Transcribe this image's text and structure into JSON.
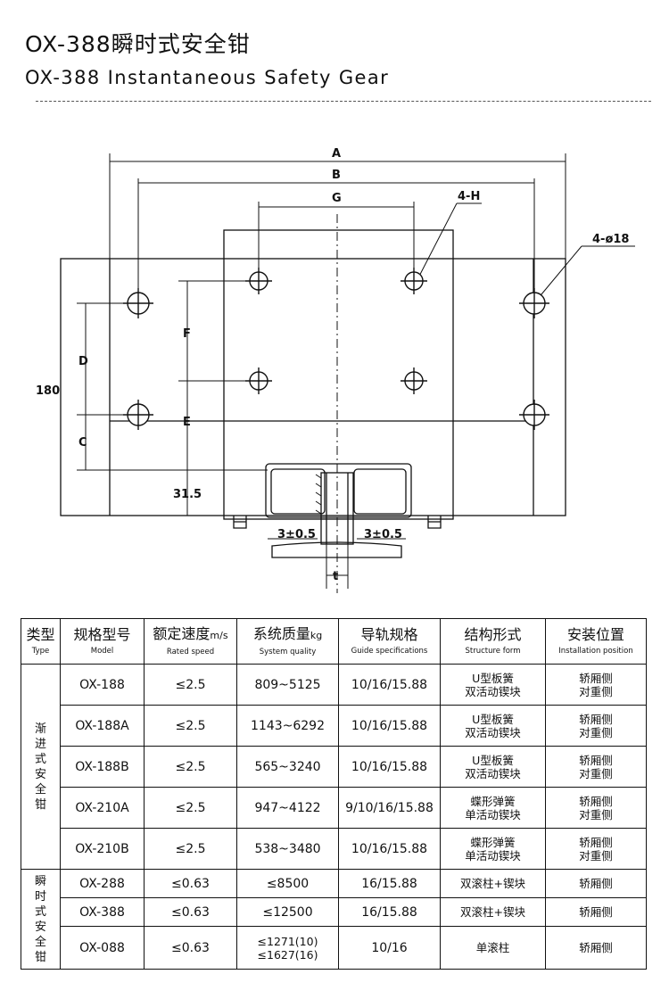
{
  "header": {
    "title_cn": "OX-388瞬时式安全钳",
    "title_en": "OX-388  Instantaneous Safety Gear"
  },
  "drawing": {
    "labels": {
      "A": "A",
      "B": "B",
      "G": "G",
      "H": "4-H",
      "phi": "4-ø18",
      "D": "D",
      "C": "C",
      "F": "F",
      "E": "E",
      "h180": "180",
      "h315": "31.5",
      "gap_left": "3±0.5",
      "gap_right": "3±0.5",
      "t": "t"
    }
  },
  "table": {
    "headers": [
      {
        "cn": "类型",
        "en": "Type"
      },
      {
        "cn": "规格型号",
        "en": "Model"
      },
      {
        "cn": "额定速度",
        "unit": "m/s",
        "en": "Rated speed"
      },
      {
        "cn": "系统质量",
        "unit": "kg",
        "en": "System quality"
      },
      {
        "cn": "导轨规格",
        "en": "Guide specifications"
      },
      {
        "cn": "结构形式",
        "en": "Structure form"
      },
      {
        "cn": "安装位置",
        "en": "Installation position"
      }
    ],
    "groups": [
      {
        "type": [
          "渐",
          "进",
          "式",
          "安",
          "全",
          "钳"
        ],
        "rows": [
          {
            "model": "OX-188",
            "speed": "≤2.5",
            "mass": "809~5125",
            "guide": "10/16/15.88",
            "structure": [
              "U型板簧",
              "双活动锲块"
            ],
            "position": [
              "轿厢侧",
              "对重侧"
            ]
          },
          {
            "model": "OX-188A",
            "speed": "≤2.5",
            "mass": "1143~6292",
            "guide": "10/16/15.88",
            "structure": [
              "U型板簧",
              "双活动锲块"
            ],
            "position": [
              "轿厢侧",
              "对重侧"
            ]
          },
          {
            "model": "OX-188B",
            "speed": "≤2.5",
            "mass": "565~3240",
            "guide": "10/16/15.88",
            "structure": [
              "U型板簧",
              "双活动锲块"
            ],
            "position": [
              "轿厢侧",
              "对重侧"
            ]
          },
          {
            "model": "OX-210A",
            "speed": "≤2.5",
            "mass": "947~4122",
            "guide": "9/10/16/15.88",
            "structure": [
              "蝶形弹簧",
              "单活动锲块"
            ],
            "position": [
              "轿厢侧",
              "对重侧"
            ]
          },
          {
            "model": "OX-210B",
            "speed": "≤2.5",
            "mass": "538~3480",
            "guide": "10/16/15.88",
            "structure": [
              "蝶形弹簧",
              "单活动锲块"
            ],
            "position": [
              "轿厢侧",
              "对重侧"
            ]
          }
        ]
      },
      {
        "type": [
          "瞬",
          "时",
          "式",
          "安",
          "全",
          "钳"
        ],
        "rows": [
          {
            "model": "OX-288",
            "speed": "≤0.63",
            "mass": [
              "≤8500"
            ],
            "guide": "16/15.88",
            "structure": [
              "双滚柱+锲块"
            ],
            "position": [
              "轿厢侧"
            ]
          },
          {
            "model": "OX-388",
            "speed": "≤0.63",
            "mass": [
              "≤12500"
            ],
            "guide": "16/15.88",
            "structure": [
              "双滚柱+锲块"
            ],
            "position": [
              "轿厢侧"
            ]
          },
          {
            "model": "OX-088",
            "speed": "≤0.63",
            "mass": [
              "≤1271(10)",
              "≤1627(16)"
            ],
            "guide": "10/16",
            "structure": [
              "单滚柱"
            ],
            "position": [
              "轿厢侧"
            ]
          }
        ]
      }
    ]
  }
}
